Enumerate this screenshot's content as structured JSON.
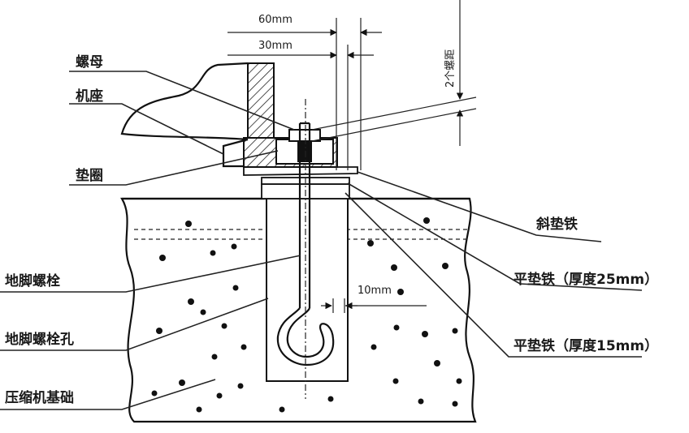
{
  "labels": {
    "nut": "螺母",
    "machine_base": "机座",
    "washer": "垫圈",
    "anchor_bolt": "地脚螺栓",
    "anchor_bolt_hole": "地脚螺栓孔",
    "compressor_foundation": "压缩机基础",
    "inclined_shim": "斜垫铁",
    "flat_shim_25": "平垫铁（厚度25mm）",
    "flat_shim_15": "平垫铁（厚度15mm）"
  },
  "dimensions": {
    "d60": "60mm",
    "d30": "30mm",
    "d10": "10mm",
    "two_threads": "2个螺距"
  }
}
